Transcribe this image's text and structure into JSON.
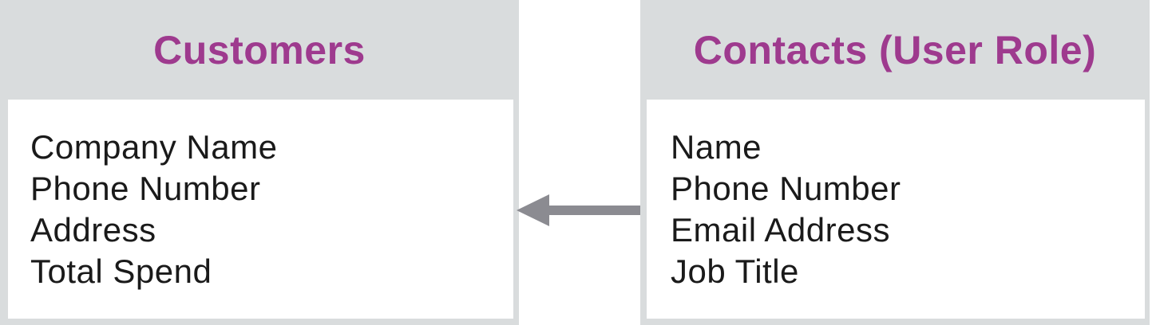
{
  "diagram": {
    "entities": [
      {
        "title": "Customers",
        "fields": [
          "Company Name",
          "Phone Number",
          "Address",
          "Total Spend"
        ]
      },
      {
        "title": "Contacts (User Role)",
        "fields": [
          "Name",
          "Phone Number",
          "Email Address",
          "Job Title"
        ]
      }
    ],
    "arrow": {
      "from": "Contacts (User Role)",
      "to": "Customers",
      "direction": "left"
    }
  },
  "colors": {
    "header_bg": "#d9dcdd",
    "title_text": "#9e3a8e",
    "body_text": "#1a1a1a",
    "arrow": "#8b8b91",
    "canvas_bg": "#ffffff"
  }
}
